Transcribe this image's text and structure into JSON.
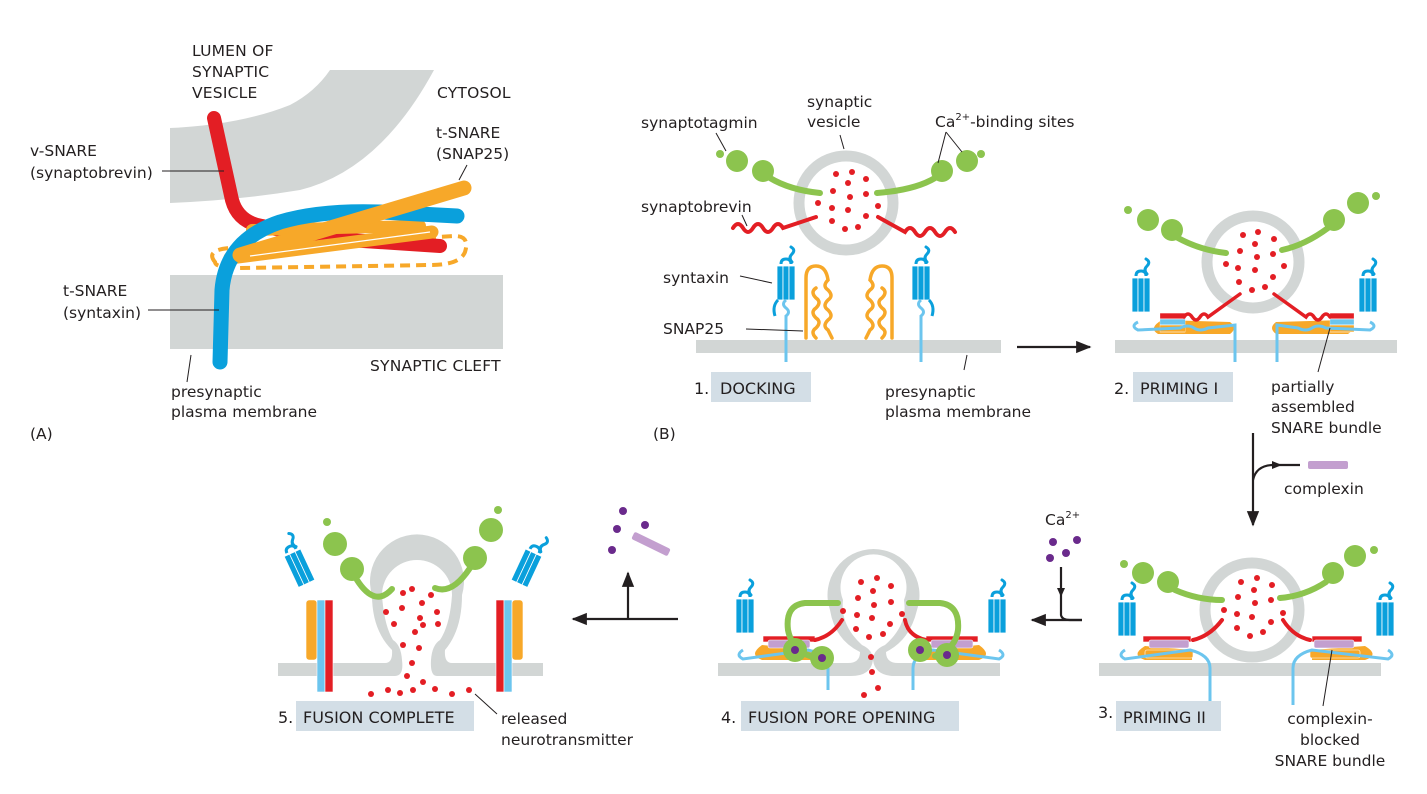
{
  "panelA": {
    "panel_label": "(A)",
    "lumen_label": [
      "LUMEN OF",
      "SYNAPTIC",
      "VESICLE"
    ],
    "cytosol_label": "CYTOSOL",
    "v_snare_label": [
      "v-SNARE",
      "(synaptobrevin)"
    ],
    "t_snare_snap25_label": [
      "t-SNARE",
      "(SNAP25)"
    ],
    "t_snare_syntaxin_label": [
      "t-SNARE",
      "(syntaxin)"
    ],
    "cleft_label": "SYNAPTIC CLEFT",
    "membrane_label": [
      "presynaptic",
      "plasma membrane"
    ]
  },
  "panelB": {
    "panel_label": "(B)",
    "labels": {
      "synaptotagmin": "synaptotagmin",
      "synaptic_vesicle": [
        "synaptic",
        "vesicle"
      ],
      "ca_binding_prefix": "Ca",
      "ca_binding_sup": "2+",
      "ca_binding_suffix": "-binding sites",
      "synaptobrevin": "synaptobrevin",
      "syntaxin": "syntaxin",
      "snap25": "SNAP25",
      "membrane": [
        "presynaptic",
        "plasma membrane"
      ],
      "partial_bundle": [
        "partially",
        "assembled",
        "SNARE bundle"
      ],
      "complexin": "complexin",
      "ca_prefix": "Ca",
      "ca_sup": "2+",
      "blocked_bundle": [
        "complexin-",
        "blocked",
        "SNARE bundle"
      ],
      "released": [
        "released",
        "neurotransmitter"
      ]
    },
    "steps": [
      {
        "number": "1.",
        "label": "DOCKING"
      },
      {
        "number": "2.",
        "label": "PRIMING I"
      },
      {
        "number": "3.",
        "label": "PRIMING II"
      },
      {
        "number": "4.",
        "label": "FUSION PORE OPENING"
      },
      {
        "number": "5.",
        "label": "FUSION COMPLETE"
      }
    ]
  },
  "colors": {
    "membrane": "#d2d6d5",
    "v_snare": "#e31e24",
    "syntaxin": "#0aa0dc",
    "syntaxin_light": "#6cc5ee",
    "snap25": "#f7a829",
    "synaptotagmin": "#8cc44e",
    "complexin": "#c39fcf",
    "calcium": "#6a2a8c",
    "step_box": "#d3dee6"
  }
}
